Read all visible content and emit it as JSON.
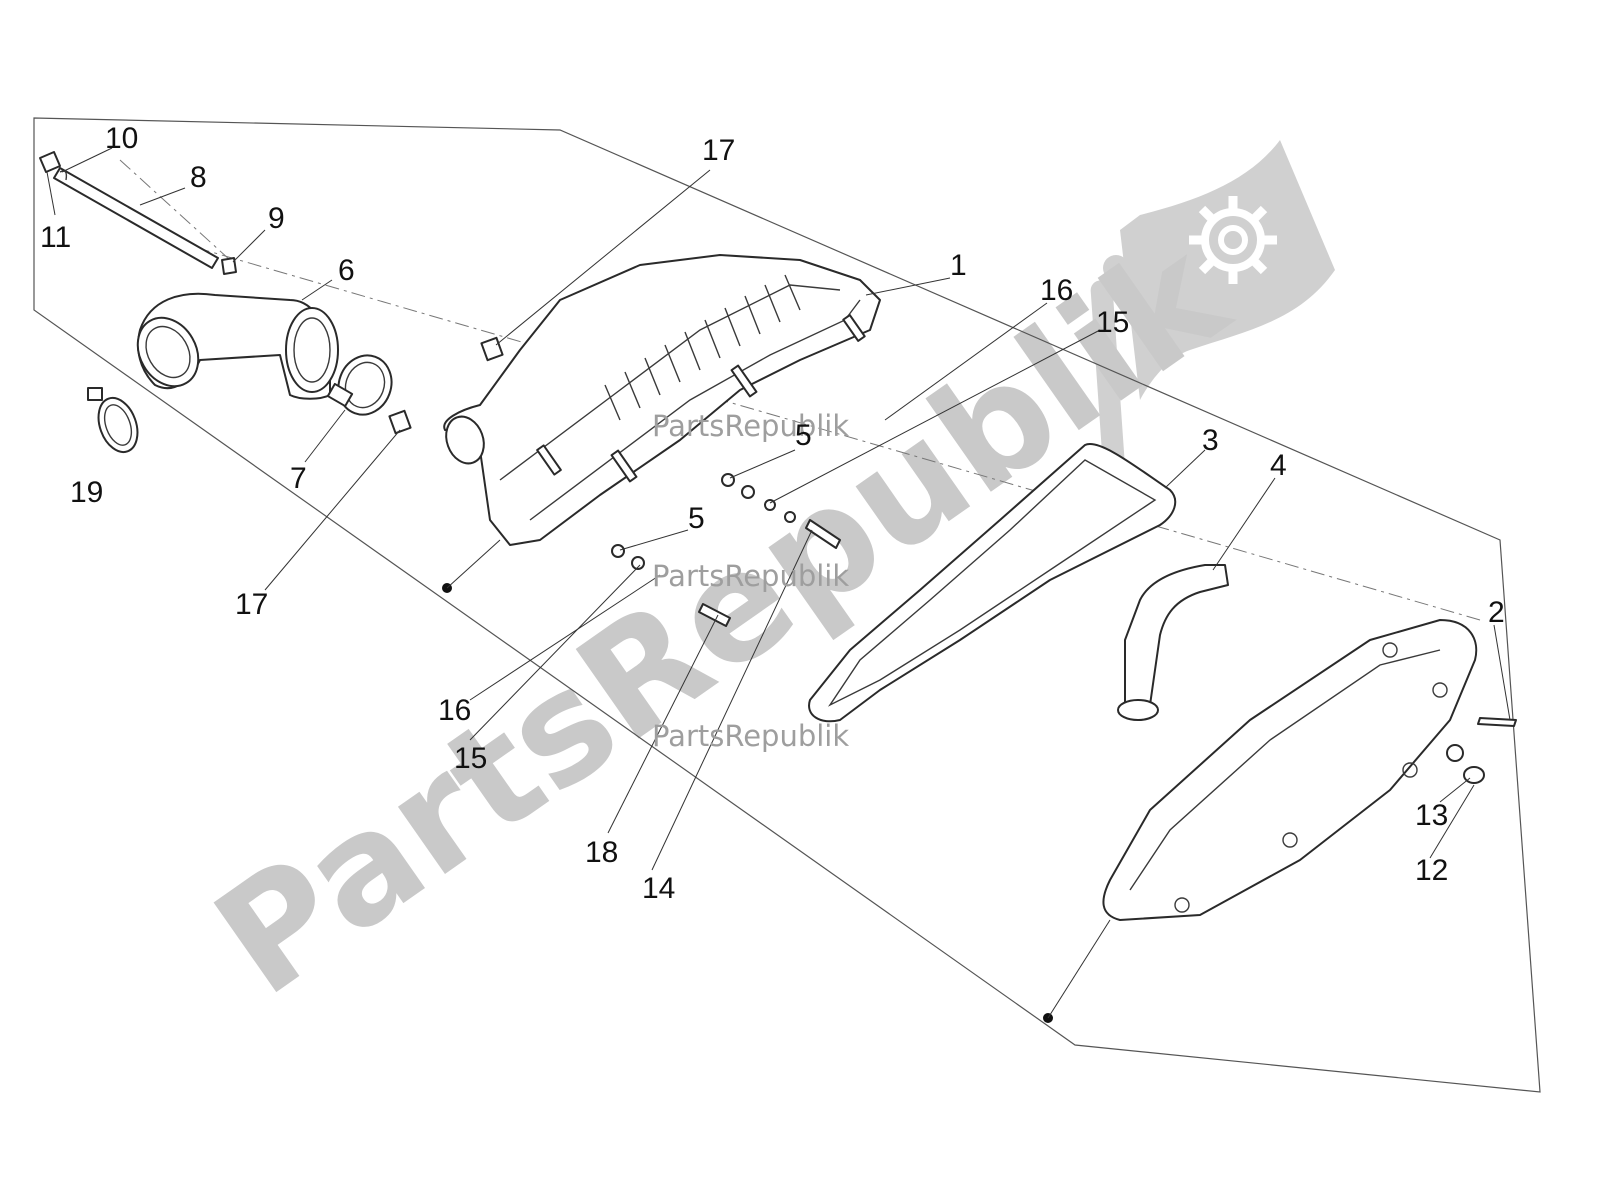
{
  "watermark": {
    "large_text": "PartsRepublik",
    "small_text": "PartsRepublik"
  },
  "callouts": [
    "1",
    "2",
    "3",
    "4",
    "5",
    "5",
    "6",
    "7",
    "8",
    "9",
    "10",
    "11",
    "12",
    "13",
    "14",
    "15",
    "15",
    "16",
    "16",
    "17",
    "17",
    "18",
    "19"
  ],
  "colors": {
    "line": "#2a2a2a",
    "watermark": "#c9c9c9",
    "watermark_small": "#9e9e9e"
  },
  "icons": [
    "gear-icon",
    "flag-logo"
  ]
}
